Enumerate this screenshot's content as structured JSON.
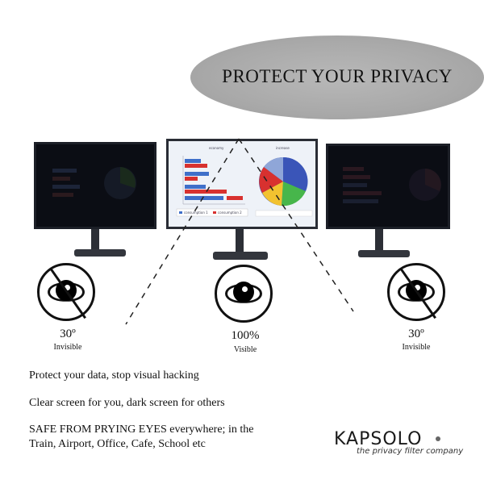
{
  "banner": {
    "title": "PROTECT YOUR PRIVACY"
  },
  "monitors": {
    "left": {
      "state": "dark"
    },
    "center": {
      "state": "visible",
      "chart1_title": "economy",
      "chart2_title": "increase",
      "legend1": "consumption 1",
      "legend2": "consumption 2"
    },
    "right": {
      "state": "dark"
    }
  },
  "views": [
    {
      "angle": "30º",
      "status": "Invisible",
      "icon": "crossed-eye-icon"
    },
    {
      "angle": "100%",
      "status": "Visible",
      "icon": "eye-icon"
    },
    {
      "angle": "30º",
      "status": "Invisible",
      "icon": "crossed-eye-icon"
    }
  ],
  "features": [
    "Protect your data, stop visual hacking",
    "Clear screen for you, dark screen for others",
    "SAFE FROM PRYING EYES everywhere; in the",
    "Train, Airport, Office, Cafe, School etc"
  ],
  "brand": {
    "name": "KAPSOLO",
    "tagline": "the privacy filter company"
  },
  "colors": {
    "banner": "#a9a9a9",
    "screen_dark": "#0b0d14",
    "bar_blue": "#3f6fc9",
    "bar_red": "#d8312f",
    "pie_green": "#47b64b",
    "pie_yellow": "#f2c230"
  }
}
